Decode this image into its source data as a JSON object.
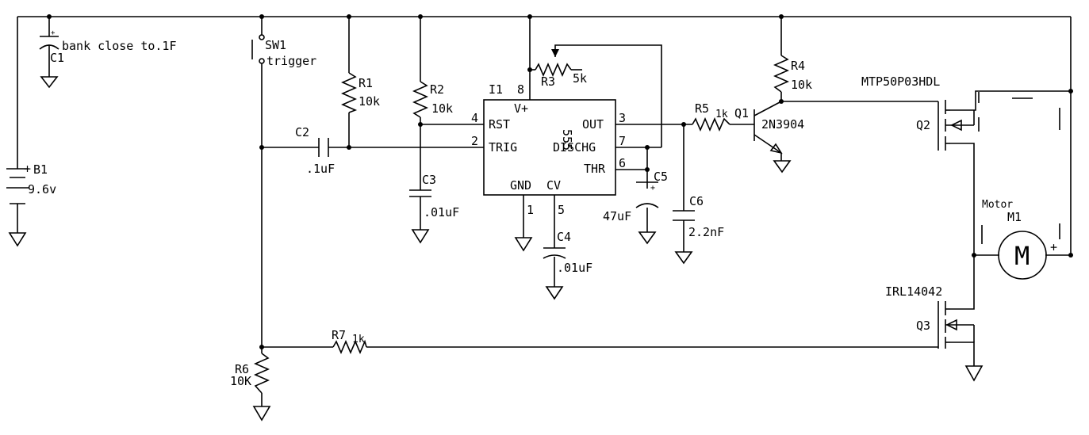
{
  "components": {
    "c1": {
      "ref": "C1",
      "label": "bank close to.1F"
    },
    "b1": {
      "ref": "B1",
      "value": "9.6v"
    },
    "sw1": {
      "ref": "SW1",
      "label": "trigger"
    },
    "r1": {
      "ref": "R1",
      "value": "10k"
    },
    "r2": {
      "ref": "R2",
      "value": "10k"
    },
    "c2": {
      "ref": "C2",
      "value": ".1uF"
    },
    "c3": {
      "ref": "C3",
      "value": ".01uF"
    },
    "r3": {
      "ref": "R3",
      "value": "5k"
    },
    "i1": {
      "ref": "I1",
      "part": "555",
      "pins": {
        "vplus": "V+",
        "rst": "RST",
        "trig": "TRIG",
        "out": "OUT",
        "dischg": "DISCHG",
        "thr": "THR",
        "gnd": "GND",
        "cv": "CV"
      },
      "pin_numbers": {
        "p8": "8",
        "p4": "4",
        "p2": "2",
        "p3": "3",
        "p7": "7",
        "p6": "6",
        "p1": "1",
        "p5": "5"
      }
    },
    "c4": {
      "ref": "C4",
      "value": ".01uF"
    },
    "c5": {
      "ref": "C5",
      "value": "47uF"
    },
    "r5": {
      "ref": "R5",
      "value": "1k"
    },
    "c6": {
      "ref": "C6",
      "value": "2.2nF"
    },
    "q1": {
      "ref": "Q1",
      "part": "2N3904"
    },
    "r4": {
      "ref": "R4",
      "value": "10k"
    },
    "q2": {
      "ref": "Q2",
      "part": "MTP50P03HDL"
    },
    "m1": {
      "ref": "M1",
      "label": "Motor",
      "symbol": "M"
    },
    "q3": {
      "ref": "Q3",
      "part": "IRL14042"
    },
    "r6": {
      "ref": "R6",
      "value": "10K"
    },
    "r7": {
      "ref": "R7",
      "value": "1k"
    }
  },
  "polarity": {
    "plus": "+"
  }
}
